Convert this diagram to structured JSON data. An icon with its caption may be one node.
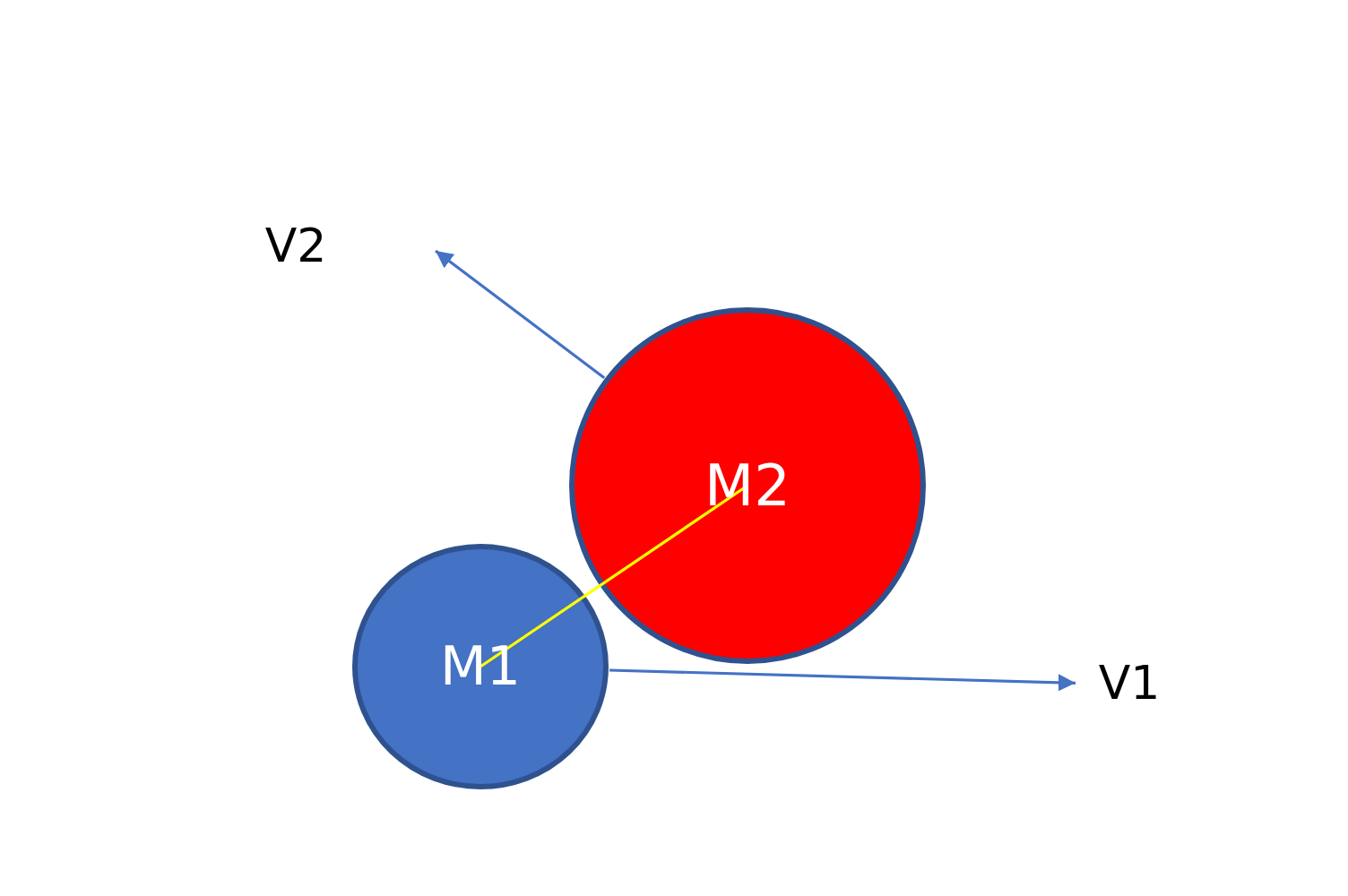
{
  "diagram": {
    "nodes": [
      {
        "text": [
          "M1"
        ]
      },
      {
        "text": [
          "M2"
        ]
      },
      {
        "text": [
          "V1"
        ]
      },
      {
        "text": [
          "V2"
        ]
      }
    ],
    "edges": [
      {
        "from": 0,
        "to": 1,
        "arrow": "none",
        "color": "#ffff00"
      },
      {
        "from": 0,
        "to": 2,
        "arrow": "to"
      },
      {
        "from": 1,
        "to": 3,
        "arrow": "to"
      }
    ]
  }
}
